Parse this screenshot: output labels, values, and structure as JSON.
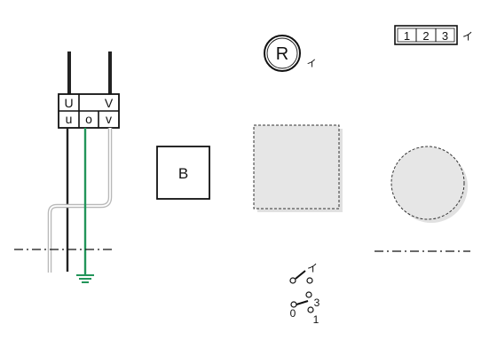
{
  "transformer": {
    "primary_terminals": [
      "U",
      "V"
    ],
    "secondary_terminals": [
      "u",
      "o",
      "v"
    ]
  },
  "box_b": {
    "label": "B"
  },
  "relay_r": {
    "label": "R",
    "sub": "イ"
  },
  "terminal_strip": {
    "cells": [
      "1",
      "2",
      "3"
    ],
    "suffix": "イ"
  },
  "switch_a": {
    "label": "イ"
  },
  "switch_b": {
    "labels": [
      "3",
      "0",
      "1"
    ]
  },
  "colors": {
    "line": "#111111",
    "ground": "#22955a",
    "cable_gray": "#b8b8b8",
    "shape_fill": "#e6e6e6"
  }
}
